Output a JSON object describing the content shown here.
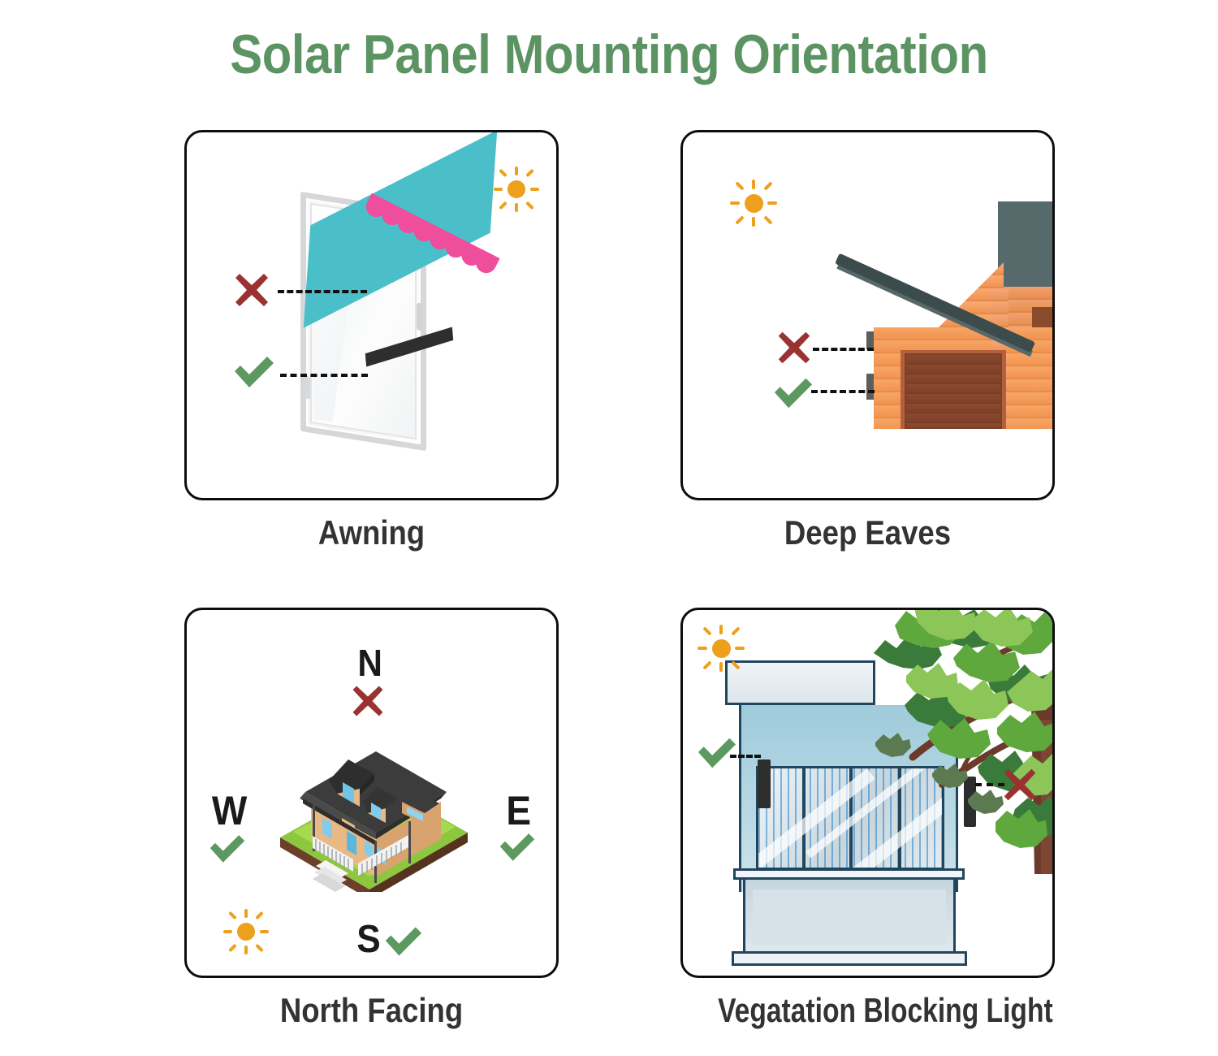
{
  "header": {
    "title": "Solar Panel Mounting Orientation",
    "title_color": "#5c9363"
  },
  "theme": {
    "card_border_color": "#0d0d0d",
    "background": "#ffffff",
    "label_color": "#333333",
    "cross_color": "#9b3232",
    "check_color": "#5c9960",
    "sun_color": "#eda01c"
  },
  "cards": [
    {
      "label": "Awning",
      "scene": "window-with-awning",
      "sun": {
        "icon": "sun-icon",
        "position": "top-right"
      },
      "markers": [
        {
          "icon": "cross-icon",
          "verdict": "bad",
          "target": "awning-shaded-area"
        },
        {
          "icon": "check-icon",
          "verdict": "good",
          "target": "unshaded-window-panel"
        }
      ],
      "elements": {
        "awning_color": "#4bbfc9",
        "fringe_color": "#ee4e9b",
        "panel_color": "#2e2e2e"
      }
    },
    {
      "label": "Deep Eaves",
      "scene": "cabin-with-deep-eaves",
      "sun": {
        "icon": "sun-icon",
        "position": "top-left"
      },
      "markers": [
        {
          "icon": "cross-icon",
          "verdict": "bad",
          "target": "eave-shaded-wall"
        },
        {
          "icon": "check-icon",
          "verdict": "good",
          "target": "lower-sunlit-wall"
        }
      ],
      "elements": {
        "wall_color": "#f29551",
        "roof_color": "#3c4c4c",
        "door_color": "#7d4029"
      }
    },
    {
      "label": "North Facing",
      "scene": "compass-with-house",
      "sun": {
        "icon": "sun-icon",
        "position": "bottom-left"
      },
      "compass": [
        {
          "letter": "N",
          "icon": "cross-icon",
          "verdict": "bad",
          "position": "top"
        },
        {
          "letter": "W",
          "icon": "check-icon",
          "verdict": "good",
          "position": "left"
        },
        {
          "letter": "E",
          "icon": "check-icon",
          "verdict": "good",
          "position": "right"
        },
        {
          "letter": "S",
          "icon": "check-icon",
          "verdict": "good",
          "position": "bottom"
        }
      ],
      "elements": {
        "roof_color": "#3c3c3c",
        "wall_color": "#e8b984",
        "lawn_color": "#8dc63f"
      }
    },
    {
      "label": "Vegatation Blocking Light",
      "scene": "balcony-with-tree",
      "sun": {
        "icon": "sun-icon",
        "position": "top-left"
      },
      "markers": [
        {
          "icon": "check-icon",
          "verdict": "good",
          "target": "sunlit-balcony-mount"
        },
        {
          "icon": "cross-icon",
          "verdict": "bad",
          "target": "tree-shaded-mount"
        }
      ],
      "elements": {
        "frame_color": "#20465f",
        "glass_color": "#2a82c8",
        "foliage_colors": [
          "#8cc558",
          "#5ea83e",
          "#3a7a3a"
        ],
        "branch_color": "#6b3a2a"
      }
    }
  ]
}
